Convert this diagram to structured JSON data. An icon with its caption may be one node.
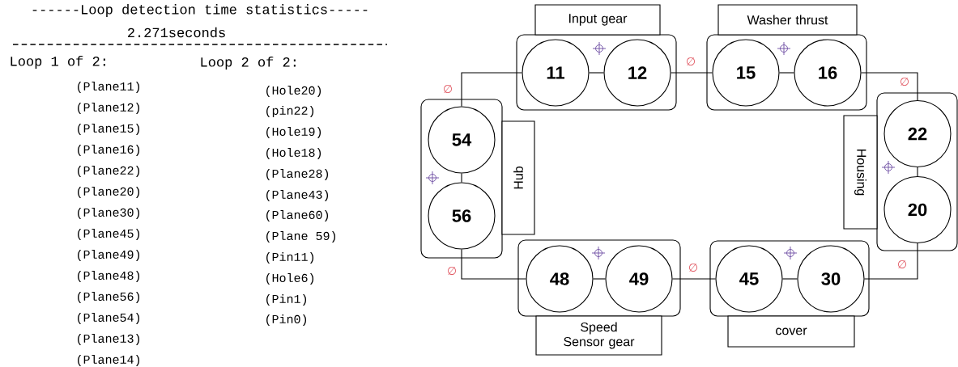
{
  "diagram": {
    "nodes": [
      {
        "text": [
          "Input gear"
        ]
      },
      {
        "text": [
          "11"
        ],
        "in": 0
      },
      {
        "text": [
          "12"
        ],
        "in": 0
      },
      {
        "text": [
          "Washer thrust"
        ]
      },
      {
        "text": [
          "15"
        ],
        "in": 3
      },
      {
        "text": [
          "16"
        ],
        "in": 3
      },
      {
        "text": [
          "Housing"
        ]
      },
      {
        "text": [
          "22"
        ],
        "in": 6
      },
      {
        "text": [
          "20"
        ],
        "in": 6
      },
      {
        "text": [
          "Hub"
        ]
      },
      {
        "text": [
          "54"
        ],
        "in": 9
      },
      {
        "text": [
          "56"
        ],
        "in": 9
      },
      {
        "text": [
          "Speed Sensor gear"
        ]
      },
      {
        "text": [
          "48"
        ],
        "in": 12
      },
      {
        "text": [
          "49"
        ],
        "in": 12
      },
      {
        "text": [
          "cover"
        ]
      },
      {
        "text": [
          "45"
        ],
        "in": 15
      },
      {
        "text": [
          "30"
        ],
        "in": 15
      }
    ],
    "edges": [
      {
        "from": 1,
        "to": 2,
        "arrow": "none"
      },
      {
        "from": 2,
        "to": 4,
        "arrow": "none",
        "label": "∅"
      },
      {
        "from": 4,
        "to": 5,
        "arrow": "none"
      },
      {
        "from": 5,
        "to": 7,
        "arrow": "none",
        "label": "∅"
      },
      {
        "from": 7,
        "to": 8,
        "arrow": "none"
      },
      {
        "from": 8,
        "to": 17,
        "arrow": "none",
        "label": "∅"
      },
      {
        "from": 17,
        "to": 16,
        "arrow": "none"
      },
      {
        "from": 16,
        "to": 14,
        "arrow": "none",
        "label": "∅"
      },
      {
        "from": 14,
        "to": 13,
        "arrow": "none"
      },
      {
        "from": 13,
        "to": 11,
        "arrow": "none",
        "label": "∅"
      },
      {
        "from": 11,
        "to": 10,
        "arrow": "none"
      },
      {
        "from": 10,
        "to": 1,
        "arrow": "none",
        "label": "∅"
      }
    ],
    "labels": [
      "------Loop detection time statistics-----",
      "2.271seconds",
      "Loop 1 of 2:",
      "(Plane11)",
      "(Plane12)",
      "(Plane15)",
      "(Plane16)",
      "(Plane22)",
      "(Plane20)",
      "(Plane30)",
      "(Plane45)",
      "(Plane49)",
      "(Plane48)",
      "(Plane56)",
      "(Plane54)",
      "(Plane13)",
      "(Plane14)",
      "Loop 2 of 2:",
      "(Hole20)",
      "(pin22)",
      "(Hole19)",
      "(Hole18)",
      "(Plane28)",
      "(Plane43)",
      "(Plane60)",
      "(Plane 59)",
      "(Pin11)",
      "(Hole6)",
      "(Pin1)",
      "(Pin0)"
    ]
  }
}
